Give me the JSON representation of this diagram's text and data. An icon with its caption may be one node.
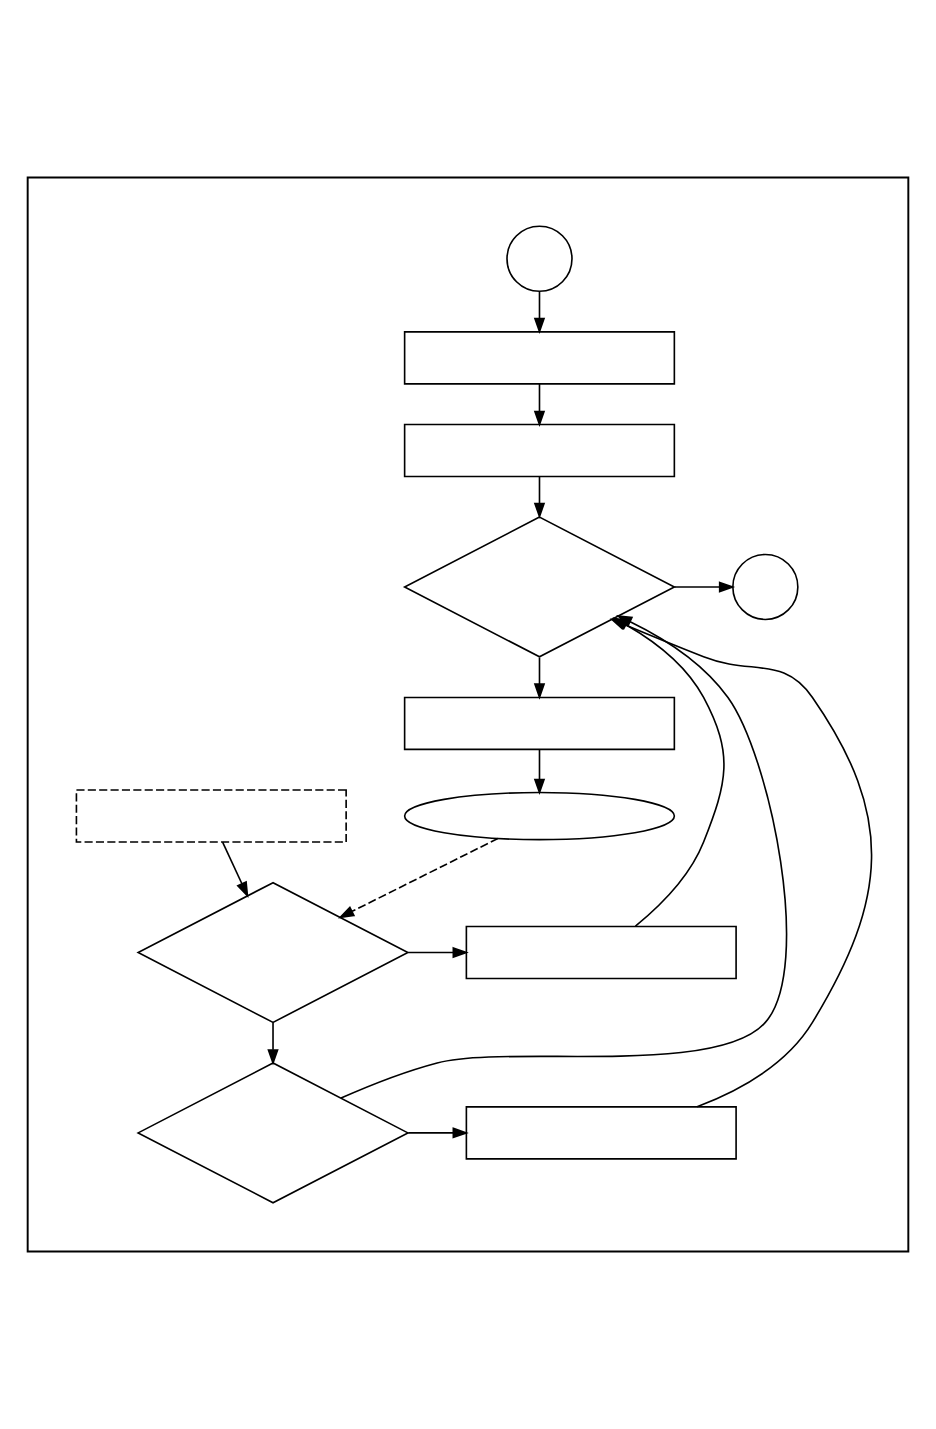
{
  "diagram": {
    "nodes": [
      {
        "text": [],
        "shape": "box"
      },
      {
        "text": [],
        "shape": "circle",
        "in": 0
      },
      {
        "text": [],
        "shape": "box",
        "in": 0
      },
      {
        "text": [],
        "shape": "box",
        "in": 0
      },
      {
        "text": [],
        "shape": "diamond",
        "in": 0
      },
      {
        "text": [],
        "shape": "circle",
        "in": 0
      },
      {
        "text": [],
        "shape": "box",
        "in": 0
      },
      {
        "text": [],
        "shape": "ellipse",
        "in": 0
      },
      {
        "text": [],
        "shape": "box",
        "in": 0
      },
      {
        "text": [],
        "shape": "diamond",
        "in": 0
      },
      {
        "text": [],
        "shape": "box",
        "in": 0
      },
      {
        "text": [],
        "shape": "diamond",
        "in": 0
      },
      {
        "text": [],
        "shape": "box",
        "in": 0
      }
    ],
    "edges": [
      {
        "from": 1,
        "to": 2,
        "arrow": "to"
      },
      {
        "from": 2,
        "to": 3,
        "arrow": "to"
      },
      {
        "from": 3,
        "to": 4,
        "arrow": "to"
      },
      {
        "from": 4,
        "to": 5,
        "arrow": "to"
      },
      {
        "from": 4,
        "to": 6,
        "arrow": "to"
      },
      {
        "from": 6,
        "to": 7,
        "arrow": "to"
      },
      {
        "from": 7,
        "to": 9,
        "arrow": "to",
        "style": "dashed"
      },
      {
        "from": 8,
        "to": 9,
        "arrow": "to"
      },
      {
        "from": 9,
        "to": 10,
        "arrow": "to"
      },
      {
        "from": 9,
        "to": 11,
        "arrow": "to"
      },
      {
        "from": 11,
        "to": 12,
        "arrow": "to"
      },
      {
        "from": 10,
        "to": 4,
        "arrow": "to"
      },
      {
        "from": 12,
        "to": 4,
        "arrow": "to"
      },
      {
        "from": 11,
        "to": 4,
        "arrow": "to"
      }
    ]
  }
}
